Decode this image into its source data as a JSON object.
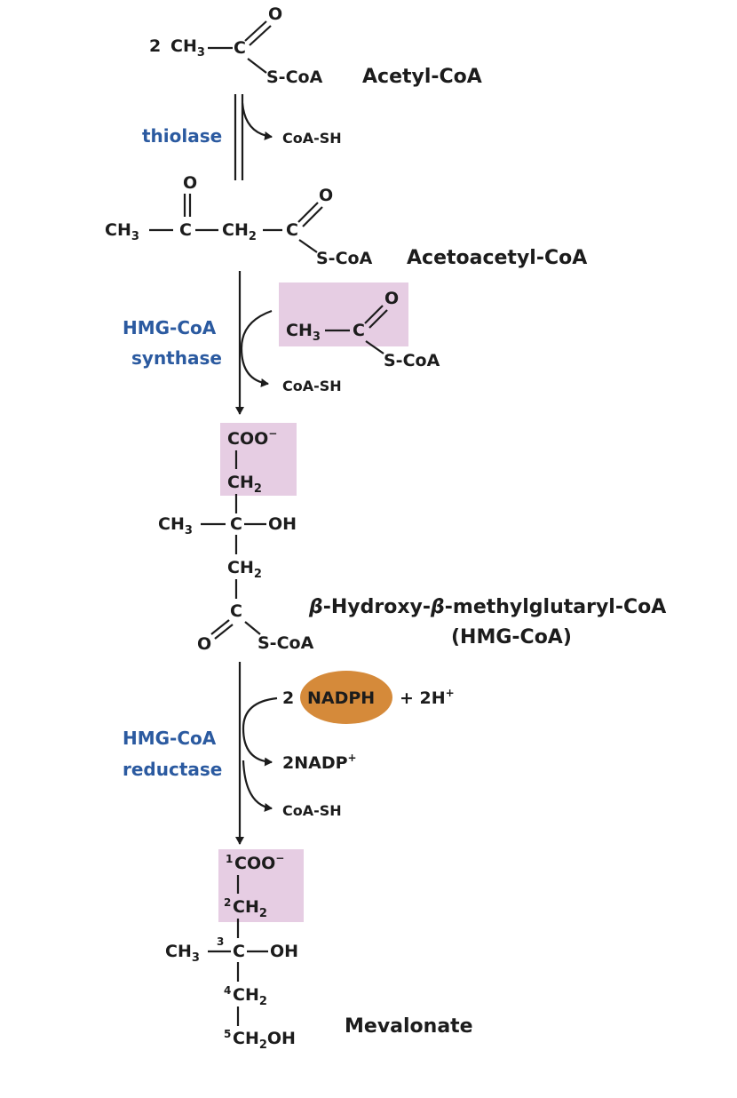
{
  "colors": {
    "enzyme_text": "#2b5aa0",
    "highlight": "#e6cde3",
    "nadph_oval": "#d58a3a",
    "text": "#1c1c1c"
  },
  "compounds": {
    "acetyl_coa": {
      "name": "Acetyl-CoA",
      "coefficient": "2",
      "ch3": "CH",
      "ch3_sub": "3",
      "carbon": "C",
      "oxygen": "O",
      "thioester": "S-CoA"
    },
    "acetoacetyl_coa": {
      "name": "Acetoacetyl-CoA",
      "ch3": "CH",
      "ch3_sub": "3",
      "carbon1": "C",
      "ch2": "CH",
      "ch2_sub": "2",
      "carbon2": "C",
      "oxygen1": "O",
      "oxygen2": "O",
      "thioester": "S-CoA"
    },
    "acetyl_coa_2": {
      "ch3": "CH",
      "ch3_sub": "3",
      "carbon": "C",
      "oxygen": "O",
      "thioester": "S-CoA"
    },
    "hmg_coa": {
      "name_line1_prefix": "β",
      "name_line1_mid1": "-Hydroxy-",
      "name_line1_mid2": "β",
      "name_line1_rest": "-methylglutaryl-CoA",
      "name_line2": "(HMG-CoA)",
      "coo": "COO",
      "coo_charge": "−",
      "ch2_top": "CH",
      "ch2_top_sub": "2",
      "ch3": "CH",
      "ch3_sub": "3",
      "carbon_center": "C",
      "oh": "OH",
      "ch2_bottom": "CH",
      "ch2_bottom_sub": "2",
      "carbon_bottom": "C",
      "oxygen": "O",
      "thioester": "S-CoA"
    },
    "mevalonate": {
      "name": "Mevalonate",
      "n1": "1",
      "coo": "COO",
      "coo_charge": "−",
      "n2": "2",
      "ch2_top": "CH",
      "ch2_top_sub": "2",
      "ch3": "CH",
      "ch3_sub": "3",
      "n3": "3",
      "carbon_center": "C",
      "oh": "OH",
      "n4": "4",
      "ch2_mid": "CH",
      "ch2_mid_sub": "2",
      "n5": "5",
      "ch2oh_a": "CH",
      "ch2oh_sub": "2",
      "ch2oh_b": "OH"
    }
  },
  "reactions": {
    "step1": {
      "enzyme": "thiolase",
      "product": "CoA-SH"
    },
    "step2": {
      "enzyme_line1": "HMG-CoA",
      "enzyme_line2": "synthase",
      "product": "CoA-SH"
    },
    "step3": {
      "enzyme_line1": "HMG-CoA",
      "enzyme_line2": "reductase",
      "nadph_coefficient": "2",
      "nadph": "NADPH",
      "plus_h": "+ 2H",
      "plus_h_charge": "+",
      "product1": "2NADP",
      "product1_charge": "+",
      "product2": "CoA-SH"
    }
  }
}
